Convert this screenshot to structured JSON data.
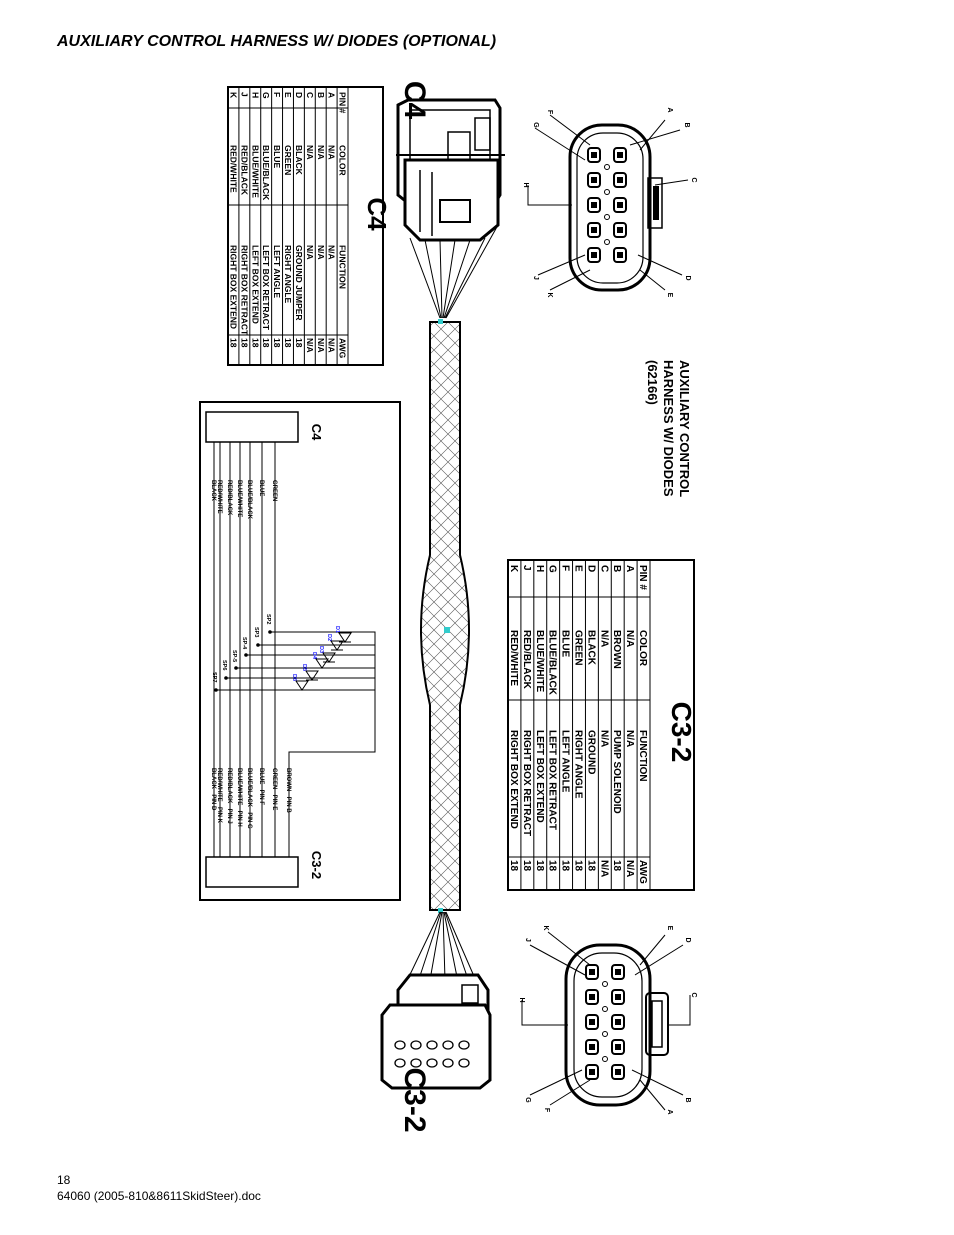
{
  "page": {
    "title": "AUXILIARY CONTROL HARNESS W/ DIODES (OPTIONAL)",
    "page_number": "18",
    "doc_name": "64060 (2005-810&8611SkidSteer).doc"
  },
  "harness_label": {
    "line1": "AUXILIARY CONTROL",
    "line2": "HARNESS W/ DIODES",
    "line3": "(62166)"
  },
  "connector_c4": {
    "label": "C4",
    "table_title": "C4",
    "headers": [
      "PIN #",
      "COLOR",
      "FUNCTION",
      "AWG"
    ],
    "rows": [
      [
        "A",
        "N/A",
        "N/A",
        "N/A"
      ],
      [
        "B",
        "N/A",
        "N/A",
        "N/A"
      ],
      [
        "C",
        "N/A",
        "N/A",
        "N/A"
      ],
      [
        "D",
        "BLACK",
        "GROUND JUMPER",
        "18"
      ],
      [
        "E",
        "GREEN",
        "RIGHT ANGLE",
        "18"
      ],
      [
        "F",
        "BLUE",
        "LEFT ANGLE",
        "18"
      ],
      [
        "G",
        "BLUE/BLACK",
        "LEFT BOX RETRACT",
        "18"
      ],
      [
        "H",
        "BLUE/WHITE",
        "LEFT BOX EXTEND",
        "18"
      ],
      [
        "J",
        "RED/BLACK",
        "RIGHT BOX RETRACT",
        "18"
      ],
      [
        "K",
        "RED/WHITE",
        "RIGHT BOX EXTEND",
        "18"
      ]
    ],
    "pins": [
      "A",
      "B",
      "C",
      "D",
      "E",
      "F",
      "G",
      "H",
      "J",
      "K"
    ]
  },
  "connector_c32": {
    "label": "C3-2",
    "table_title": "C3-2",
    "headers": [
      "PIN #",
      "COLOR",
      "FUNCTION",
      "AWG"
    ],
    "rows": [
      [
        "A",
        "N/A",
        "N/A",
        "N/A"
      ],
      [
        "B",
        "BROWN",
        "PUMP SOLENOID",
        "18"
      ],
      [
        "C",
        "N/A",
        "N/A",
        "N/A"
      ],
      [
        "D",
        "BLACK",
        "GROUND",
        "18"
      ],
      [
        "E",
        "GREEN",
        "RIGHT ANGLE",
        "18"
      ],
      [
        "F",
        "BLUE",
        "LEFT ANGLE",
        "18"
      ],
      [
        "G",
        "BLUE/BLACK",
        "LEFT BOX RETRACT",
        "18"
      ],
      [
        "H",
        "BLUE/WHITE",
        "LEFT BOX EXTEND",
        "18"
      ],
      [
        "J",
        "RED/BLACK",
        "RIGHT BOX RETRACT",
        "18"
      ],
      [
        "K",
        "RED/WHITE",
        "RIGHT BOX EXTEND",
        "18"
      ]
    ],
    "pins": [
      "A",
      "B",
      "C",
      "D",
      "E",
      "F",
      "G",
      "H",
      "J",
      "K"
    ]
  },
  "schematic": {
    "left_label": "C4",
    "right_label": "C3-2",
    "left_wires": [
      "GREEN",
      "BLUE",
      "BLUE/BLACK",
      "BLUE/WHITE",
      "RED/BLACK",
      "RED/WHITE",
      "BLACK"
    ],
    "right_wires": [
      "BROWN - PIN B",
      "GREEN - PIN E",
      "BLUE - PIN F",
      "BLUE/BLACK - PIN G",
      "BLUE/WHITE - PIN H",
      "RED/BLACK - PIN J",
      "RED/WHITE - PIN K",
      "BLACK - PIN D"
    ],
    "splices": [
      "SP2",
      "SP3",
      "SP-4",
      "SP-5",
      "SP6",
      "SP7"
    ],
    "diodes": [
      "D1",
      "D2",
      "D3",
      "D4",
      "D5",
      "D6"
    ]
  },
  "colors": {
    "line": "#000000",
    "diode_label": "#1a1aff",
    "marker": "#33cccc"
  }
}
